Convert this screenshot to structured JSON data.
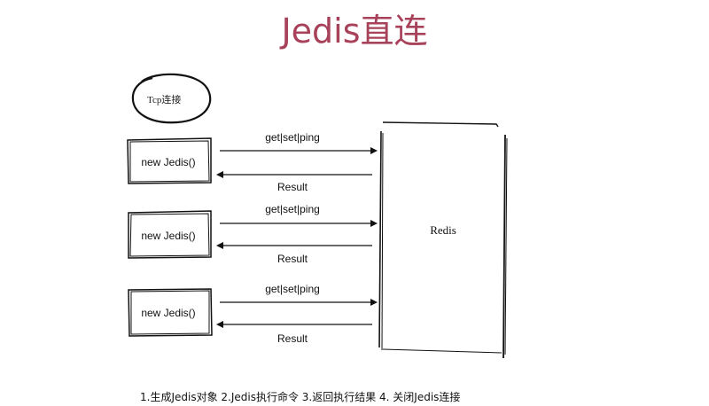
{
  "title": "Jedis直连",
  "tcp_label": "Tcp连接",
  "clients": [
    {
      "label": "new Jedis()",
      "command": "get|set|ping",
      "result": "Result"
    },
    {
      "label": "new Jedis()",
      "command": "get|set|ping",
      "result": "Result"
    },
    {
      "label": "new Jedis()",
      "command": "get|set|ping",
      "result": "Result"
    }
  ],
  "server_label": "Redis",
  "footer": "1.生成Jedis对象 2.Jedis执行命令 3.返回执行结果 4. 关闭Jedis连接",
  "colors": {
    "title": "#a8425a",
    "stroke": "#111111"
  }
}
